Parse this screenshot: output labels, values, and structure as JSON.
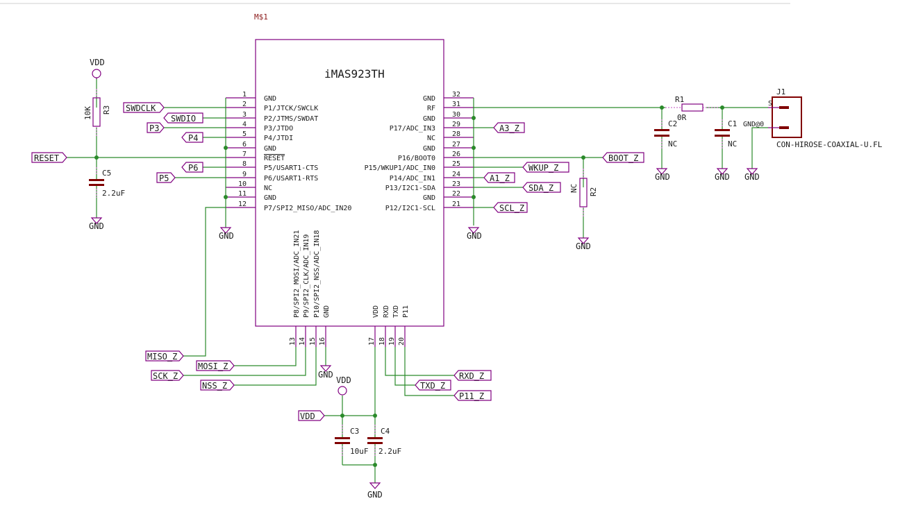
{
  "sheet": {
    "module_ref": "M$1"
  },
  "chip": {
    "name": "iMAS923TH",
    "left_pins": [
      {
        "num": "1",
        "name": "GND"
      },
      {
        "num": "2",
        "name": "P1/JTCK/SWCLK"
      },
      {
        "num": "3",
        "name": "P2/JTMS/SWDAT"
      },
      {
        "num": "4",
        "name": "P3/JTDO"
      },
      {
        "num": "5",
        "name": "P4/JTDI"
      },
      {
        "num": "6",
        "name": "GND"
      },
      {
        "num": "7",
        "name": "RESET"
      },
      {
        "num": "8",
        "name": "P5/USART1-CTS"
      },
      {
        "num": "9",
        "name": "P6/USART1-RTS"
      },
      {
        "num": "10",
        "name": "NC"
      },
      {
        "num": "11",
        "name": "GND"
      },
      {
        "num": "12",
        "name": "P7/SPI2_MISO/ADC_IN20"
      }
    ],
    "right_pins": [
      {
        "num": "32",
        "name": "GND"
      },
      {
        "num": "31",
        "name": "RF"
      },
      {
        "num": "30",
        "name": "GND"
      },
      {
        "num": "29",
        "name": "P17/ADC_IN3"
      },
      {
        "num": "28",
        "name": "NC"
      },
      {
        "num": "27",
        "name": "GND"
      },
      {
        "num": "26",
        "name": "P16/BOOT0"
      },
      {
        "num": "25",
        "name": "P15/WKUP1/ADC_IN0"
      },
      {
        "num": "24",
        "name": "P14/ADC_IN1"
      },
      {
        "num": "23",
        "name": "P13/I2C1-SDA"
      },
      {
        "num": "22",
        "name": "GND"
      },
      {
        "num": "21",
        "name": "P12/I2C1-SCL"
      }
    ],
    "bottom_pins": [
      {
        "num": "13",
        "name": "P8/SPI2_MOSI/ADC_IN21"
      },
      {
        "num": "14",
        "name": "P9/SPI2_CLK/ADC_IN19"
      },
      {
        "num": "15",
        "name": "P10/SPI2_NSS/ADC_IN18"
      },
      {
        "num": "16",
        "name": "GND"
      },
      {
        "num": "17",
        "name": "VDD"
      },
      {
        "num": "18",
        "name": "RXD"
      },
      {
        "num": "19",
        "name": "TXD"
      },
      {
        "num": "20",
        "name": "P11"
      }
    ]
  },
  "net_labels": {
    "swdclk": "SWDCLK",
    "swdio": "SWDIO",
    "p3": "P3",
    "p4": "P4",
    "reset": "RESET",
    "p6": "P6",
    "p5": "P5",
    "a3": "A3_Z",
    "boot": "BOOT_Z",
    "wkup": "WKUP_Z",
    "a1": "A1_Z",
    "sda": "SDA_Z",
    "scl": "SCL_Z",
    "miso": "MISO_Z",
    "mosi": "MOSI_Z",
    "sck": "SCK_Z",
    "nss": "NSS_Z",
    "vdd": "VDD",
    "rxd": "RXD_Z",
    "txd": "TXD_Z",
    "p11": "P11_Z"
  },
  "power": {
    "vdd": "VDD",
    "gnd": "GND"
  },
  "components": {
    "r3": {
      "ref": "R3",
      "value": "10K"
    },
    "c5": {
      "ref": "C5",
      "value": "2.2uF"
    },
    "r1": {
      "ref": "R1",
      "value": "0R"
    },
    "c2": {
      "ref": "C2",
      "value": "NC"
    },
    "c1": {
      "ref": "C1",
      "value": "NC"
    },
    "r2": {
      "ref": "R2",
      "value": "NC"
    },
    "c3": {
      "ref": "C3",
      "value": "10uF"
    },
    "c4": {
      "ref": "C4",
      "value": "2.2uF"
    },
    "j1": {
      "ref": "J1",
      "value": "CON-HIROSE-COAXIAL-U.FL",
      "pin_s": "S",
      "pin_gnd": "GND@0"
    }
  },
  "colors": {
    "wire": "#2a8a2a",
    "part": "#800080",
    "ref": "#8b1a1a",
    "text": "#1a1a1a"
  }
}
